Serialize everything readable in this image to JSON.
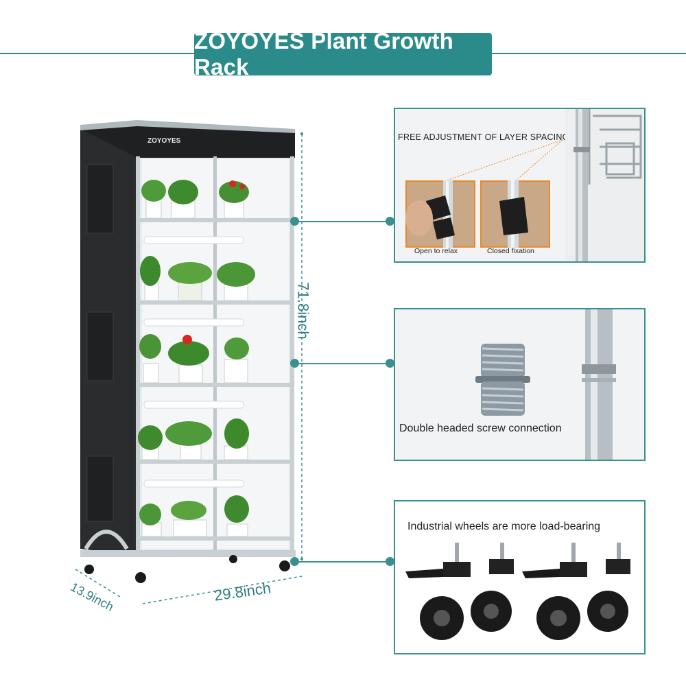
{
  "title": "ZOYOYES Plant Growth Rack",
  "rack": {
    "brand_label": "ZOYOYES",
    "height_label": "71.8inch",
    "width_label": "29.8inch",
    "depth_label": "13.9inch"
  },
  "features": [
    {
      "heading": "FREE ADJUSTMENT OF LAYER SPACING",
      "left_caption": "Open to relax",
      "right_caption": "Closed fixation"
    },
    {
      "caption": "Double headed screw connection"
    },
    {
      "caption": "Industrial wheels are more load-bearing"
    }
  ],
  "colors": {
    "accent": "#2b8a8a",
    "rack_cover": "#2a2c2e",
    "frame": "#c8d0d4"
  }
}
